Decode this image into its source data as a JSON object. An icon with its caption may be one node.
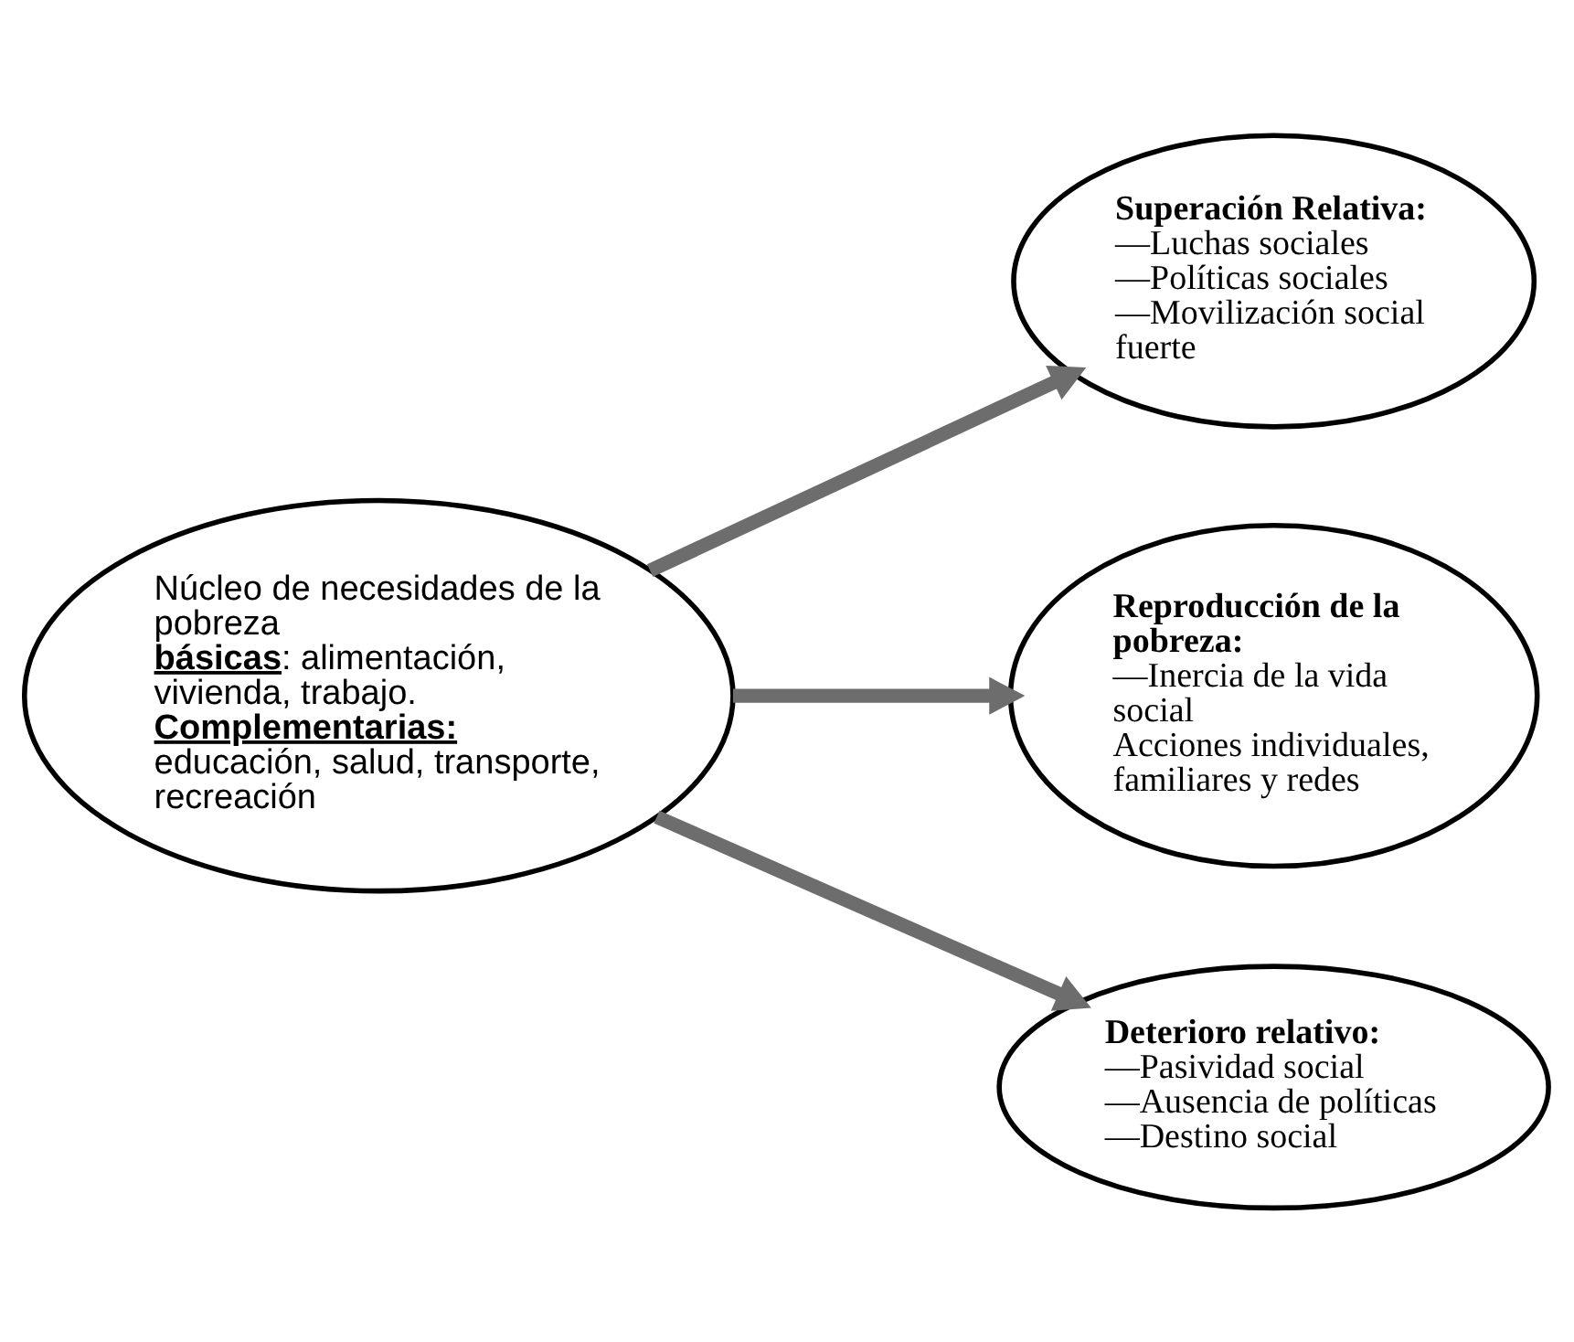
{
  "diagram": {
    "nodes": [
      {
        "text": [
          "Núcleo de necesidades de la pobreza",
          "**básicas**: alimentación, vivienda, trabajo.",
          "**Complementarias:** educación, salud, transporte, recreación"
        ]
      },
      {
        "text": [
          "Superación Relativa:",
          "—Luchas sociales",
          "—Políticas sociales",
          "—Movilización social fuerte"
        ]
      },
      {
        "text": [
          "Reproducción de la pobreza:",
          "—Inercia de la vida social",
          "Acciones individuales, familiares y redes"
        ]
      },
      {
        "text": [
          "Deterioro relativo:",
          "—Pasividad social",
          "—Ausencia de políticas",
          "—Destino social"
        ]
      }
    ],
    "edges": [
      {
        "from": 0,
        "to": 1,
        "arrow": "to"
      },
      {
        "from": 0,
        "to": 2,
        "arrow": "to"
      },
      {
        "from": 0,
        "to": 3,
        "arrow": "to"
      }
    ]
  }
}
